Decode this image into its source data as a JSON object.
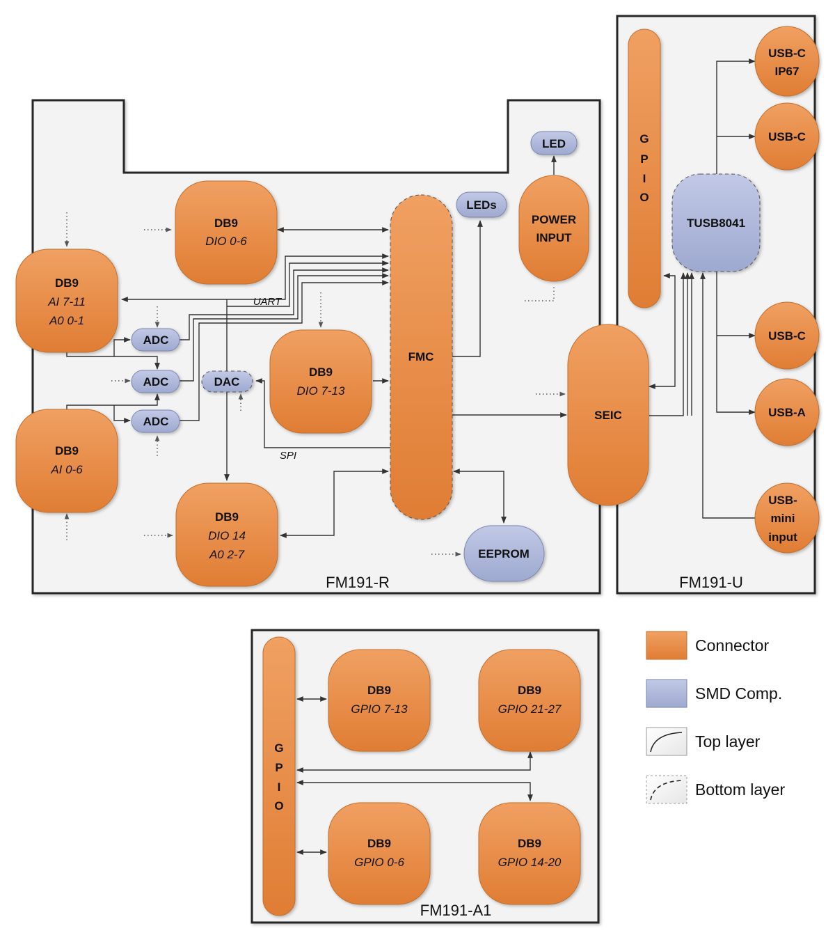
{
  "boards": {
    "fm191_r": "FM191-R",
    "fm191_u": "FM191-U",
    "fm191_a1": "FM191-A1"
  },
  "nodes": {
    "db9_dio06": {
      "title": "DB9",
      "sub": "DIO 0-6"
    },
    "db9_ai711": {
      "title": "DB9",
      "sub1": "AI 7-11",
      "sub2": "A0 0-1"
    },
    "db9_dio713": {
      "title": "DB9",
      "sub": "DIO 7-13"
    },
    "db9_ai06": {
      "title": "DB9",
      "sub": "AI 0-6"
    },
    "db9_dio14": {
      "title": "DB9",
      "sub1": "DIO 14",
      "sub2": "A0 2-7"
    },
    "fmc": "FMC",
    "leds": "LEDs",
    "led": "LED",
    "power_input": {
      "l1": "POWER",
      "l2": "INPUT"
    },
    "eeprom": "EEPROM",
    "adc1": "ADC",
    "adc2": "ADC",
    "adc3": "ADC",
    "dac": "DAC",
    "seic": "SEIC",
    "gpio_u": [
      "G",
      "P",
      "I",
      "O"
    ],
    "tusb": "TUSB8041",
    "usbc_ip67": {
      "l1": "USB-C",
      "l2": "IP67"
    },
    "usbc1": "USB-C",
    "usbc2": "USB-C",
    "usba": "USB-A",
    "usb_mini": {
      "l1": "USB-",
      "l2": "mini",
      "l3": "input"
    },
    "gpio_a1": [
      "G",
      "P",
      "I",
      "O"
    ],
    "db9_gpio713": {
      "title": "DB9",
      "sub": "GPIO 7-13"
    },
    "db9_gpio2127": {
      "title": "DB9",
      "sub": "GPIO 21-27"
    },
    "db9_gpio06": {
      "title": "DB9",
      "sub": "GPIO 0-6"
    },
    "db9_gpio1420": {
      "title": "DB9",
      "sub": "GPIO 14-20"
    }
  },
  "buses": {
    "uart": "UART",
    "spi": "SPI"
  },
  "legend": {
    "connector": "Connector",
    "smd": "SMD Comp.",
    "top_layer": "Top layer",
    "bottom_layer": "Bottom layer"
  },
  "colors": {
    "connector": "#e8873f",
    "smd": "#a9b3d6",
    "board": "#f3f3f3"
  }
}
